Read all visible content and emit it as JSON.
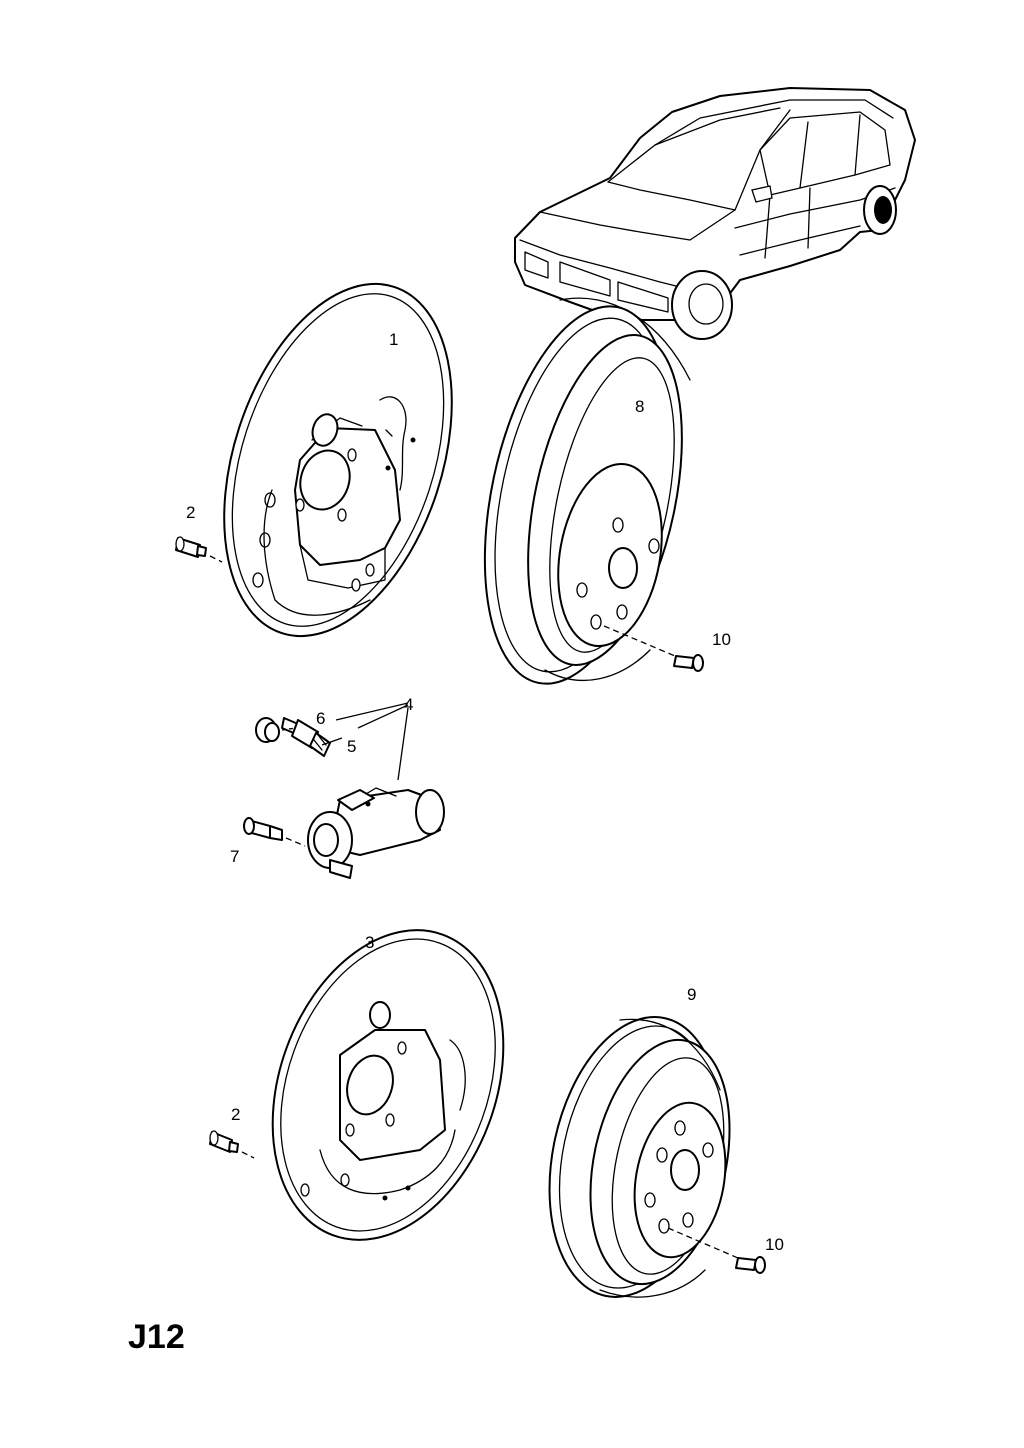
{
  "callouts": {
    "c1": "1",
    "c2a": "2",
    "c2b": "2",
    "c3": "3",
    "c4": "4",
    "c5": "5",
    "c6": "6",
    "c7": "7",
    "c8": "8",
    "c9": "9",
    "c10a": "10",
    "c10b": "10"
  },
  "sheet_code": "J12"
}
